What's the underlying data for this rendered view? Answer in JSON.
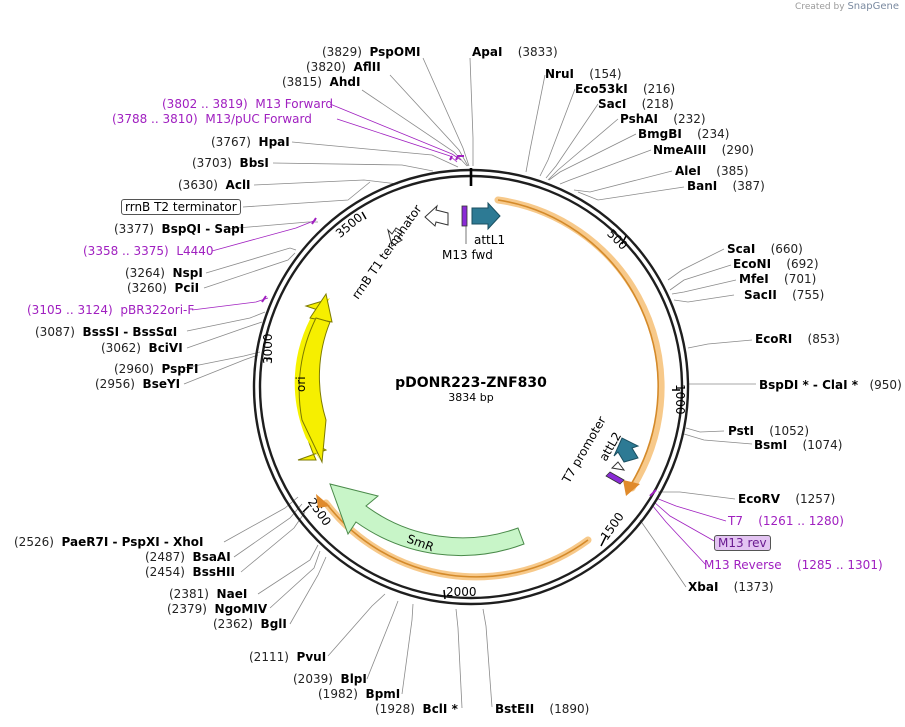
{
  "branding": {
    "created_by": "Created by",
    "product": "SnapGene"
  },
  "plasmid": {
    "name": "pDONR223-ZNF830",
    "size": "3834 bp"
  },
  "ticks": [
    "500",
    "1000",
    "1500",
    "2000",
    "2500",
    "3000",
    "3500"
  ],
  "features": {
    "attL1": "attL1",
    "m13fwd": "M13 fwd",
    "rrnB_T1": "rrnB T1 terminator",
    "ori": "ori",
    "SmR": "SmR",
    "T7_promoter": "T7 promoter",
    "attL2": "attL2"
  },
  "labels": [
    {
      "pos": "(3829)",
      "name": "PspOMI"
    },
    {
      "pos": "(3820)",
      "name": "AflII"
    },
    {
      "pos": "(3815)",
      "name": "AhdI"
    },
    {
      "pos": "(3802 .. 3819)",
      "name": "M13 Forward"
    },
    {
      "pos": "(3788 .. 3810)",
      "name": "M13/pUC Forward"
    },
    {
      "pos": "(3767)",
      "name": "HpaI"
    },
    {
      "pos": "(3703)",
      "name": "BbsI"
    },
    {
      "pos": "(3630)",
      "name": "AclI"
    },
    {
      "pos": "",
      "name": "rrnB T2 terminator"
    },
    {
      "pos": "(3377)",
      "name": "BspQI - SapI"
    },
    {
      "pos": "(3358 .. 3375)",
      "name": "L4440"
    },
    {
      "pos": "(3264)",
      "name": "NspI"
    },
    {
      "pos": "(3260)",
      "name": "PciI"
    },
    {
      "pos": "(3105 .. 3124)",
      "name": "pBR322ori-F"
    },
    {
      "pos": "(3087)",
      "name": "BssSI - BssSαI"
    },
    {
      "pos": "(3062)",
      "name": "BciVI"
    },
    {
      "pos": "(2960)",
      "name": "PspFI"
    },
    {
      "pos": "(2956)",
      "name": "BseYI"
    },
    {
      "pos": "(2526)",
      "name": "PaeR7I - PspXI - XhoI"
    },
    {
      "pos": "(2487)",
      "name": "BsaAI"
    },
    {
      "pos": "(2454)",
      "name": "BssHII"
    },
    {
      "pos": "(2381)",
      "name": "NaeI"
    },
    {
      "pos": "(2379)",
      "name": "NgoMIV"
    },
    {
      "pos": "(2362)",
      "name": "BglI"
    },
    {
      "pos": "(2111)",
      "name": "PvuI"
    },
    {
      "pos": "(2039)",
      "name": "BlpI"
    },
    {
      "pos": "(1982)",
      "name": "BpmI"
    },
    {
      "pos": "(1928)",
      "name": "BclI *"
    },
    {
      "pos": "(1890)",
      "name": "BstEII"
    },
    {
      "pos": "(3833)",
      "name": "ApaI"
    },
    {
      "pos": "(154)",
      "name": "NruI"
    },
    {
      "pos": "(216)",
      "name": "Eco53kI"
    },
    {
      "pos": "(218)",
      "name": "SacI"
    },
    {
      "pos": "(232)",
      "name": "PshAI"
    },
    {
      "pos": "(234)",
      "name": "BmgBI"
    },
    {
      "pos": "(290)",
      "name": "NmeAIII"
    },
    {
      "pos": "(385)",
      "name": "AleI"
    },
    {
      "pos": "(387)",
      "name": "BanI"
    },
    {
      "pos": "(660)",
      "name": "ScaI"
    },
    {
      "pos": "(692)",
      "name": "EcoNI"
    },
    {
      "pos": "(701)",
      "name": "MfeI"
    },
    {
      "pos": "(755)",
      "name": "SacII"
    },
    {
      "pos": "(853)",
      "name": "EcoRI"
    },
    {
      "pos": "(950)",
      "name": "BspDI * - ClaI *"
    },
    {
      "pos": "(1052)",
      "name": "PstI"
    },
    {
      "pos": "(1074)",
      "name": "BsmI"
    },
    {
      "pos": "(1257)",
      "name": "EcoRV"
    },
    {
      "pos": "(1261 .. 1280)",
      "name": "T7"
    },
    {
      "pos": "",
      "name": "M13 rev"
    },
    {
      "pos": "(1285 .. 1301)",
      "name": "M13 Reverse"
    },
    {
      "pos": "(1373)",
      "name": "XbaI"
    }
  ]
}
